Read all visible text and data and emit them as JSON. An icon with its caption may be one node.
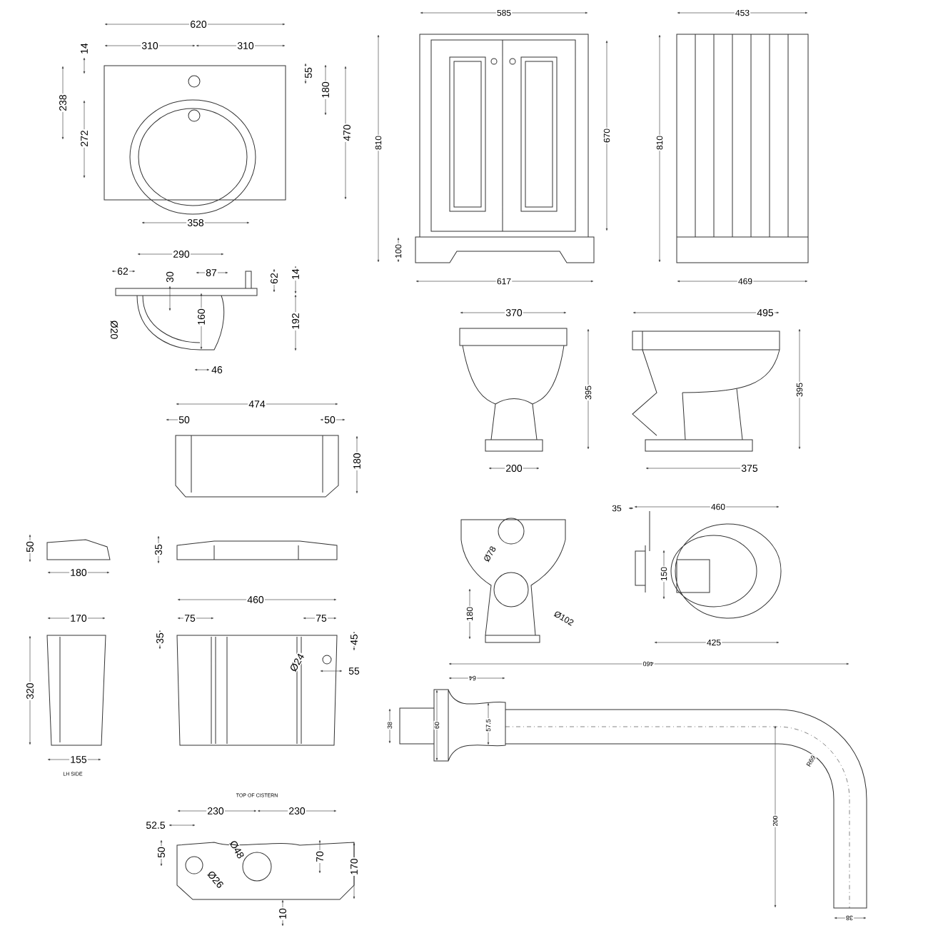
{
  "diagram": {
    "labels": [
      "620",
      "310",
      "310",
      "14",
      "55",
      "180",
      "238",
      "272",
      "470",
      "358",
      "290",
      "62",
      "30",
      "87",
      "62",
      "14",
      "Ø20",
      "160",
      "192",
      "46",
      "474",
      "50",
      "50",
      "180",
      "50",
      "180",
      "35",
      "170",
      "460",
      "75",
      "75",
      "35",
      "45",
      "Ø24",
      "55",
      "320",
      "155",
      "LH SIDE",
      "TOP OF CISTERN",
      "230",
      "230",
      "52.5",
      "Ø48",
      "50",
      "70",
      "Ø26",
      "170",
      "10",
      "585",
      "810",
      "670",
      "100",
      "617",
      "453",
      "810",
      "469",
      "370",
      "395",
      "200",
      "495",
      "395",
      "375",
      "Ø78",
      "180",
      "Ø102",
      "35",
      "460",
      "150",
      "425",
      "460",
      "64",
      "38",
      "60",
      "57.5",
      "R69",
      "200",
      "38"
    ]
  }
}
